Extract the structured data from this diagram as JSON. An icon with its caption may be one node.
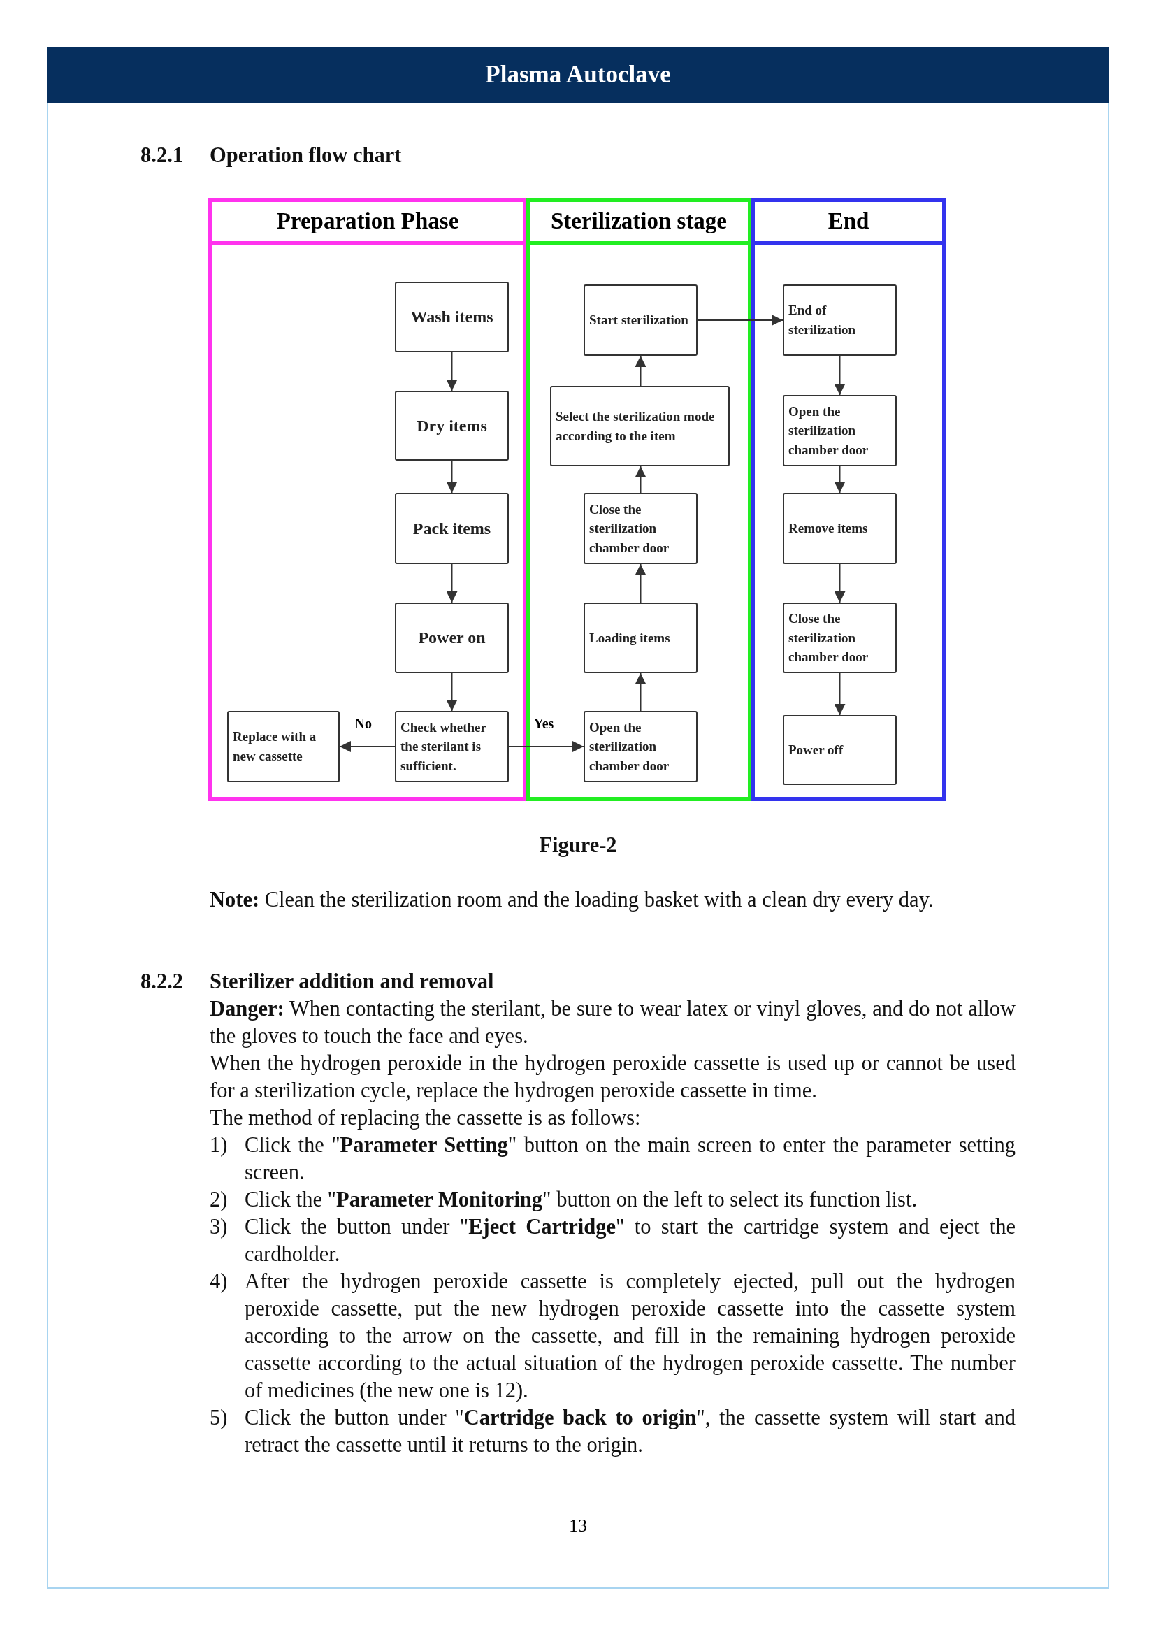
{
  "diagram": {
    "title": "Plasma Autoclave",
    "caption": "Figure-2",
    "nodes": [
      {
        "text": [
          "Preparation Phase"
        ]
      },
      {
        "text": [
          "Wash items"
        ],
        "in": 0
      },
      {
        "text": [
          "Dry items"
        ],
        "in": 0
      },
      {
        "text": [
          "Pack items"
        ],
        "in": 0
      },
      {
        "text": [
          "Power on"
        ],
        "in": 0
      },
      {
        "text": [
          "Replace with a new cassette"
        ],
        "in": 0
      },
      {
        "text": [
          "Check whether the sterilant is sufficient."
        ],
        "in": 0
      },
      {
        "text": [
          "Sterilization stage"
        ]
      },
      {
        "text": [
          "Start sterilization"
        ],
        "in": 7
      },
      {
        "text": [
          "Select the sterilization mode according to the item"
        ],
        "in": 7
      },
      {
        "text": [
          "Close the sterilization chamber door"
        ],
        "in": 7
      },
      {
        "text": [
          "Loading items"
        ],
        "in": 7
      },
      {
        "text": [
          "Open the sterilization chamber door"
        ],
        "in": 7
      },
      {
        "text": [
          "End"
        ]
      },
      {
        "text": [
          "End of sterilization"
        ],
        "in": 13
      },
      {
        "text": [
          "Open the sterilization chamber door"
        ],
        "in": 13
      },
      {
        "text": [
          "Remove items"
        ],
        "in": 13
      },
      {
        "text": [
          "Close the sterilization chamber door"
        ],
        "in": 13
      },
      {
        "text": [
          "Power off"
        ],
        "in": 13
      }
    ],
    "edges": [
      {
        "from": 1,
        "to": 2,
        "arrow": "to"
      },
      {
        "from": 2,
        "to": 3,
        "arrow": "to"
      },
      {
        "from": 3,
        "to": 4,
        "arrow": "to"
      },
      {
        "from": 4,
        "to": 6,
        "arrow": "to"
      },
      {
        "from": 6,
        "to": 5,
        "arrow": "to",
        "label": "No"
      },
      {
        "from": 6,
        "to": 12,
        "arrow": "to",
        "label": "Yes"
      },
      {
        "from": 12,
        "to": 11,
        "arrow": "to"
      },
      {
        "from": 11,
        "to": 10,
        "arrow": "to"
      },
      {
        "from": 10,
        "to": 9,
        "arrow": "to"
      },
      {
        "from": 9,
        "to": 8,
        "arrow": "to"
      },
      {
        "from": 8,
        "to": 14,
        "arrow": "to"
      },
      {
        "from": 14,
        "to": 15,
        "arrow": "to"
      },
      {
        "from": 15,
        "to": 16,
        "arrow": "to"
      },
      {
        "from": 16,
        "to": 17,
        "arrow": "to"
      },
      {
        "from": 17,
        "to": 18,
        "arrow": "to"
      }
    ],
    "labels": [
      "8.2.1",
      "Operation flow chart",
      "**Note:** Clean the sterilization room and the loading basket with a clean dry every day.",
      "8.2.2",
      "Sterilizer addition and removal",
      "**Danger:** When contacting the sterilant, be sure to wear latex or vinyl gloves, and do not allow the gloves to touch the face and eyes.",
      "When the hydrogen peroxide in the hydrogen peroxide cassette is used up or cannot be used for a sterilization cycle, replace the hydrogen peroxide cassette in time.",
      "The method of replacing the cassette is as follows:",
      "1)",
      "Click the \"**Parameter Setting**\" button on the main screen to enter the parameter setting screen.",
      "2)",
      "Click the \"**Parameter Monitoring**\" button on the left to select its function list.",
      "3)",
      "Click the button under \"**Eject Cartridge**\" to start the cartridge system and eject the cardholder.",
      "4)",
      "After the hydrogen peroxide cassette is completely ejected, pull out the hydrogen peroxide cassette, put the new hydrogen peroxide cassette into the cassette system according to the arrow on the cassette, and fill in the remaining hydrogen peroxide cassette according to the actual situation of the hydrogen peroxide cassette. The number of medicines (the new one is 12).",
      "5)",
      "Click the button under \"**Cartridge back to origin**\", the cassette system will start and retract the cassette until it returns to the origin.",
      "13"
    ]
  }
}
